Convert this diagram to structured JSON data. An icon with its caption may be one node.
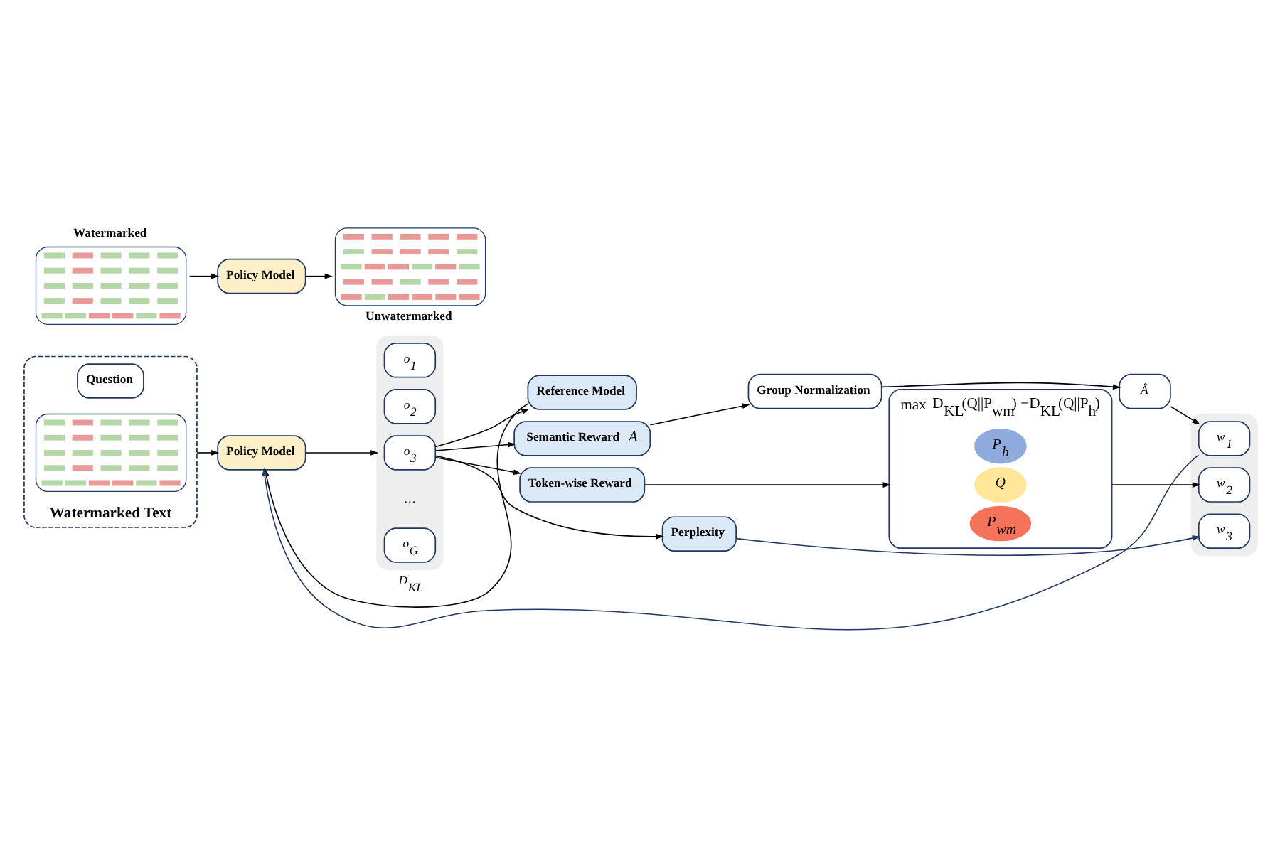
{
  "diagram": {
    "nodes": [
      {
        "text": [
          "Watermarked Text"
        ]
      },
      {
        "text": [
          "Question"
        ],
        "in": 0
      },
      {
        "text": [],
        "shape": "box",
        "in": 0
      },
      {
        "text": [
          "Policy Model"
        ]
      },
      {
        "text": [],
        "shape": "box"
      },
      {
        "text": [
          "o$_{1}$"
        ],
        "in": 4
      },
      {
        "text": [
          "o$_{2}$"
        ],
        "in": 4
      },
      {
        "text": [
          "o$_{3}$"
        ],
        "in": 4
      },
      {
        "text": [
          "o$_{G}$"
        ],
        "in": 4
      },
      {
        "text": [
          "Reference Model"
        ]
      },
      {
        "text": [
          "Semantic Reward",
          "A"
        ]
      },
      {
        "text": [
          "Token-wise Reward"
        ]
      },
      {
        "text": [
          "Perplexity"
        ]
      },
      {
        "text": [
          "Group Normalization"
        ]
      },
      {
        "text": [
          "Â"
        ]
      },
      {
        "text": [
          "max",
          "D$_{KL}$(Q||P$_{wm}$) −D$_{KL}$(Q||P$_{h}$)"
        ]
      },
      {
        "text": [
          "P$_{h}$"
        ],
        "in": 15
      },
      {
        "text": [
          "Q"
        ],
        "in": 15
      },
      {
        "text": [
          "P$_{wm}$"
        ],
        "in": 15
      },
      {
        "text": [],
        "shape": "box"
      },
      {
        "text": [
          "w$_{1}$"
        ],
        "in": 19
      },
      {
        "text": [
          "w$_{2}$"
        ],
        "in": 19
      },
      {
        "text": [
          "w$_{3}$"
        ],
        "in": 19
      },
      {
        "text": [
          "Watermarked"
        ]
      },
      {
        "text": [
          "Policy Model"
        ]
      },
      {
        "text": [
          "Unwatermarked"
        ]
      }
    ],
    "edges": [
      {
        "from": 0,
        "to": 3,
        "arrow": "to"
      },
      {
        "from": 3,
        "to": 4,
        "arrow": "to"
      },
      {
        "from": 7,
        "to": 9,
        "arrow": "to"
      },
      {
        "from": 7,
        "to": 10,
        "arrow": "to"
      },
      {
        "from": 7,
        "to": 11,
        "arrow": "to"
      },
      {
        "from": 7,
        "to": 12,
        "arrow": "to"
      },
      {
        "from": 9,
        "to": 3,
        "arrow": "to",
        "label": "D$_{KL}$"
      },
      {
        "from": 20,
        "to": 3,
        "arrow": "to",
        "color": "#203864"
      },
      {
        "from": 10,
        "to": 13,
        "arrow": "to"
      },
      {
        "from": 13,
        "to": 14,
        "arrow": "to"
      },
      {
        "from": 14,
        "to": 20,
        "arrow": "to"
      },
      {
        "from": 11,
        "to": 15,
        "arrow": "to"
      },
      {
        "from": 15,
        "to": 21,
        "arrow": "to"
      },
      {
        "from": 12,
        "to": 22,
        "arrow": "to",
        "color": "#203864"
      },
      {
        "from": 23,
        "to": 24,
        "arrow": "to"
      },
      {
        "from": 24,
        "to": 25,
        "arrow": "to"
      }
    ],
    "labels": [
      "…"
    ]
  }
}
